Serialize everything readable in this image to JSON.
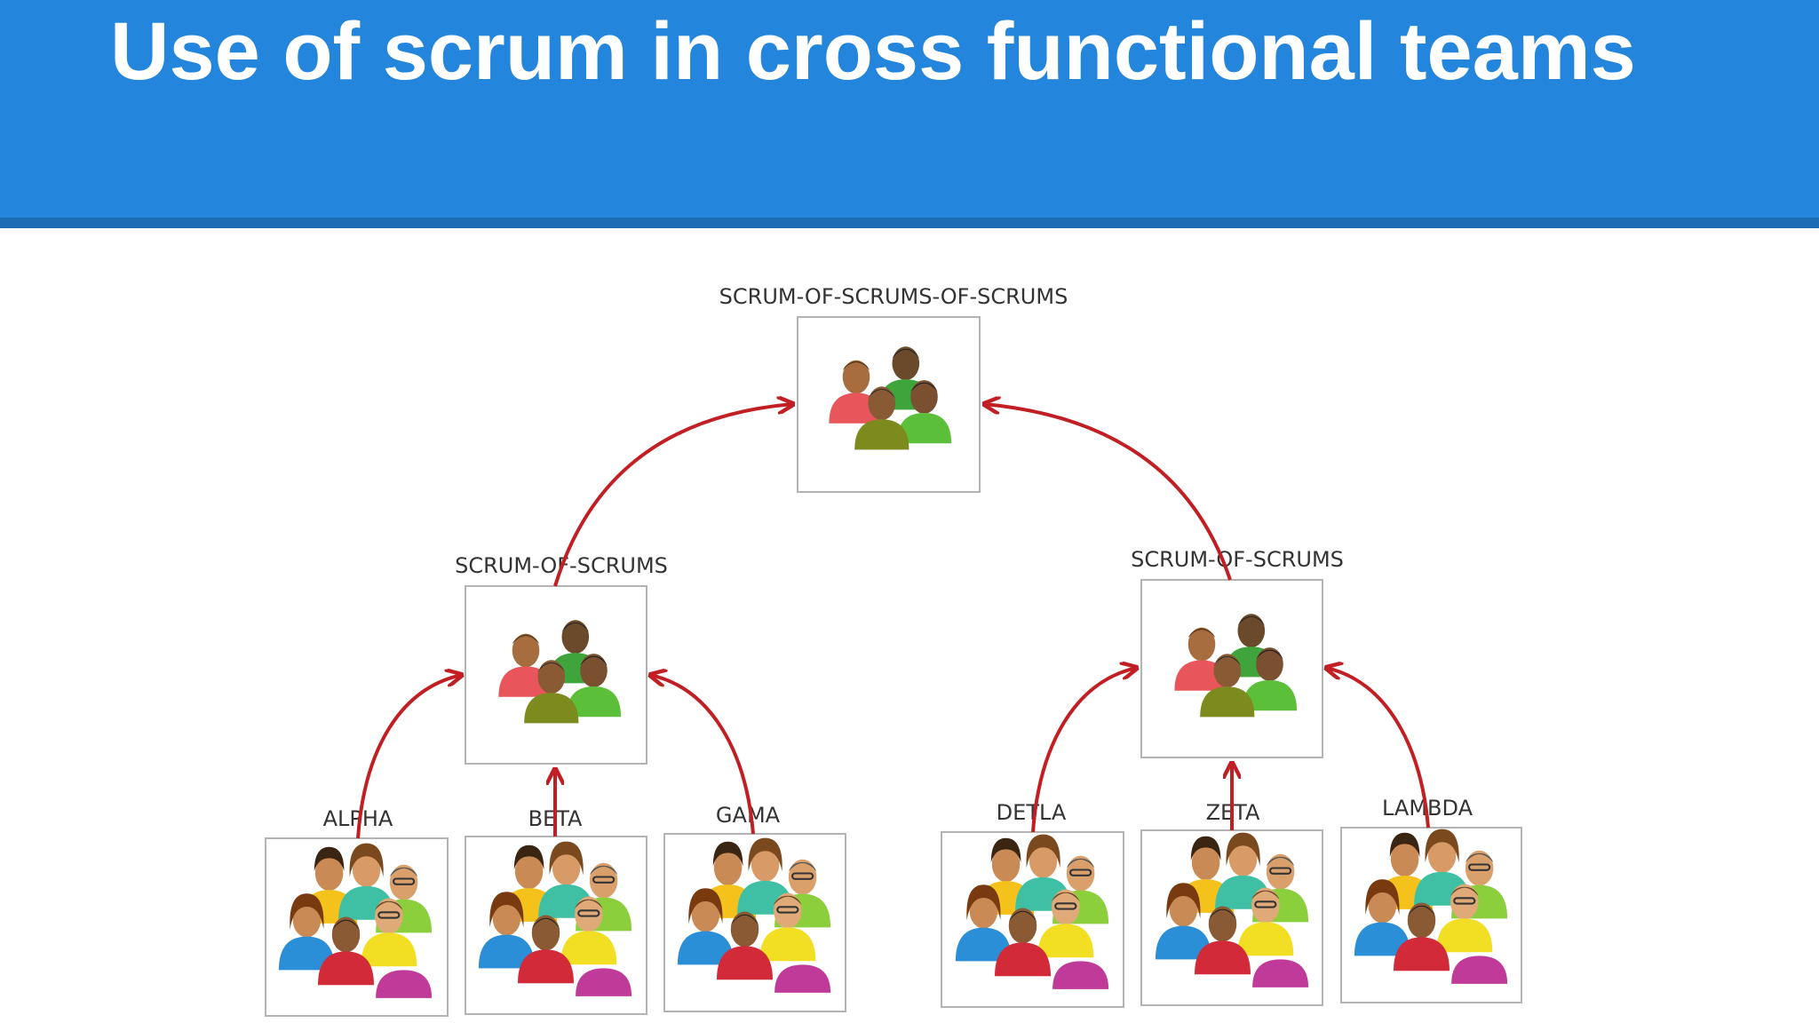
{
  "slide": {
    "title": "Use of scrum in cross functional teams"
  },
  "diagram": {
    "top": {
      "label": "SCRUM-OF-SCRUMS-OF-SCRUMS",
      "icon": "executive-group-icon"
    },
    "left_hub": {
      "label": "SCRUM-OF-SCRUMS",
      "icon": "manager-group-icon"
    },
    "right_hub": {
      "label": "SCRUM-OF-SCRUMS",
      "icon": "manager-group-icon"
    },
    "teams": [
      {
        "label": "ALPHA",
        "icon": "team-group-icon"
      },
      {
        "label": "BETA",
        "icon": "team-group-icon"
      },
      {
        "label": "GAMA",
        "icon": "team-group-icon"
      },
      {
        "label": "DETLA",
        "icon": "team-group-icon"
      },
      {
        "label": "ZETA",
        "icon": "team-group-icon"
      },
      {
        "label": "LAMBDA",
        "icon": "team-group-icon"
      }
    ],
    "arrow_color": "#c21f24"
  },
  "colors": {
    "header": "#2385db",
    "header_rule": "#1b6cb5"
  }
}
